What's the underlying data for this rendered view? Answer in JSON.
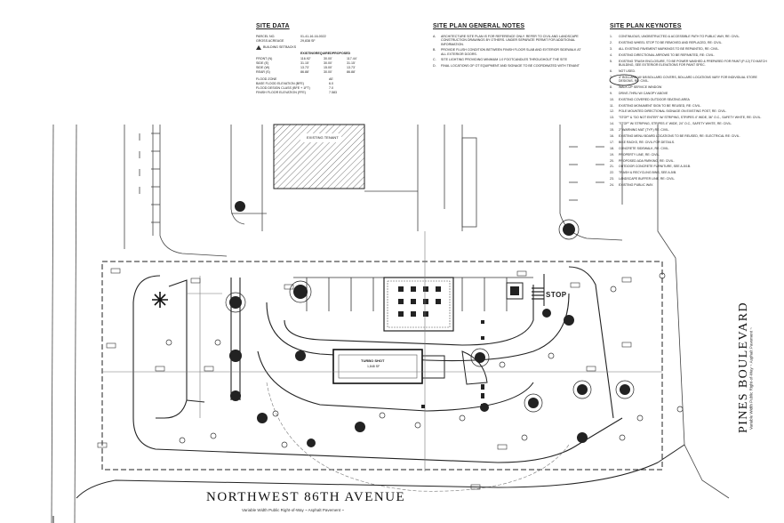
{
  "site_data": {
    "title": "SITE DATA",
    "rows": [
      {
        "label": "PARCEL NO.",
        "value": "01-41-16-16-0022"
      },
      {
        "label": "GROSS ACREAGE",
        "value": "29,838 SF"
      }
    ],
    "setbacks_label": "BUILDING SETBACKS",
    "setback_headers": [
      "EXISTING",
      "REQUIRED",
      "PROPOSED"
    ],
    "setbacks": [
      {
        "label": "FRONT (N)",
        "existing": "116.92'",
        "required": "30.00'",
        "proposed": "117.44'"
      },
      {
        "label": "SIDE (E)",
        "existing": "31.15'",
        "required": "30.00'",
        "proposed": "31.15'"
      },
      {
        "label": "SIDE (W)",
        "existing": "13.73'",
        "required": "15.00'",
        "proposed": "13.73'"
      },
      {
        "label": "REAR (S)",
        "existing": "86.88'",
        "required": "30.00'",
        "proposed": "86.88'"
      }
    ],
    "flood_rows": [
      {
        "label": "FLOOD ZONE",
        "value": "AE"
      },
      {
        "label": "BASE FLOOD ELEVATION (BFE)",
        "value": "6.0"
      },
      {
        "label": "FLOOD DESIGN CLASS (BFE + 1FT)",
        "value": "7.0"
      },
      {
        "label": "FINISH FLOOR ELEVATION (FFE)",
        "value": "7.583"
      }
    ]
  },
  "general_notes": {
    "title": "SITE PLAN GENERAL NOTES",
    "items": [
      {
        "letter": "A.",
        "text": "ARCHITECTURE SITE PLAN IS FOR REFERENCE ONLY. REFER TO CIVIL AND LANDSCAPE CONSTRUCTION DRAWINGS BY OTHERS. UNDER SEPARATE PERMIT FOR ADDITIONAL INFORMATION."
      },
      {
        "letter": "B.",
        "text": "PROVIDE FLUSH CONDITION BETWEEN FINISH FLOOR SLAB AND EXTERIOR SIDEWALK AT ALL EXTERIOR DOORS."
      },
      {
        "letter": "C.",
        "text": "SITE LIGHTING PROVIDING MINIMUM 1.0 FOOTCANDLES THROUGHOUT THE SITE"
      },
      {
        "letter": "D.",
        "text": "FINAL LOCATIONS OF OT EQUIPMENT AND SIGNAGE TO BE COORDINATED WITH TENANT"
      }
    ]
  },
  "keynotes": {
    "title": "SITE PLAN KEYNOTES",
    "items": [
      {
        "n": "1.",
        "text": "CONTINUOUS, UNOBSTRUCTED & ACCESSIBLE PATH TO PUBLIC WAY, RE: CIVIL."
      },
      {
        "n": "2.",
        "text": "EXISTING WHEEL STOP TO BE REMOVED AND REPLACED, RE: CIVIL."
      },
      {
        "n": "3.",
        "text": "ALL EXISTING PAVEMENT MARKINGS TO BE REPAINTED, RE: CIVIL."
      },
      {
        "n": "4.",
        "text": "EXISTING DIRECTIONAL ARROWS TO BE REPAINTED, RE: CIVIL."
      },
      {
        "n": "5.",
        "text": "EXISTING TRASH ENCLOSURE, TO BE POWER WASHED & PREPARED FOR PAINT (P-12) TO MATCH BUILDING, SEE EXTERIOR ELEVATIONS FOR PAINT SPEC."
      },
      {
        "n": "6.",
        "text": "NOT USED."
      },
      {
        "n": "7.",
        "text": "4\" BOLLARD W/ 5/8 BOLLARD COVERS, BOLLARD LOCATIONS VARY FOR INDIVIDUAL STORE DESIGNS, RE: CIVIL."
      },
      {
        "n": "8.",
        "text": "WALK-UP SERVICE WINDOW"
      },
      {
        "n": "9.",
        "text": "DRIVE-THRU W/ CANOPY ABOVE"
      },
      {
        "n": "10.",
        "text": "EXISTING COVERED OUTDOOR SEATING AREA"
      },
      {
        "n": "11.",
        "text": "EXISTING MONUMENT SIGN TO BE REUSED, RE: CIVIL."
      },
      {
        "n": "12.",
        "text": "POLE MOUNTED DIRECTIONAL SIGNAGE ON EXISTING POST, RE: CIVIL."
      },
      {
        "n": "13.",
        "text": "\"STOP\" & \"DO NOT ENTER\" W/ STRIPING, STRIPES 4\" WIDE, 36\" O.C., SAFETY WHITE, RE: CIVIL."
      },
      {
        "n": "14.",
        "text": "\"STOP\" W/ STRIPING, STRIPES 4\" WIDE, 24\" O.C., SAFETY WHITE, RE: CIVIL."
      },
      {
        "n": "15.",
        "text": "2\" WARNING MAT (TYP.) RE: CIVIL."
      },
      {
        "n": "16.",
        "text": "EXISTING MENU BOARD LOCATIONS TO BE REUSED, RE: ELECTRICAL RE: CIVIL."
      },
      {
        "n": "17.",
        "text": "BIKE RACKS, RE: CIVIL FOR DETAILS."
      },
      {
        "n": "18.",
        "text": "CONCRETE SIDEWALK, RE: CIVIL."
      },
      {
        "n": "19.",
        "text": "PROPERTY LINE, RE: CIVIL."
      },
      {
        "n": "20.",
        "text": "PROPOSED ADA PARKING, RE: CIVIL."
      },
      {
        "n": "21.",
        "text": "OUTDOOR CONCRETE FURNITURE, SEE A-5/1B."
      },
      {
        "n": "22.",
        "text": "TRASH & RECYCLING BINS, SEE A-5/B."
      },
      {
        "n": "23.",
        "text": "LANDSCAPE BUFFER LINE, RE: CIVIL."
      },
      {
        "n": "24.",
        "text": "EXISTING PUBLIC WAY."
      }
    ]
  },
  "plan_labels": {
    "existing_tenant": "EXISTING TENANT",
    "building_name": "TURBO SHOT",
    "building_sub": "1,848 SF",
    "stop": "STOP"
  },
  "streets": {
    "south_name": "NORTHWEST 86TH AVENUE",
    "south_sub": "Variable Width Public Right-of-Way ~ Asphalt Pavement ~",
    "east_name": "PINES BOULEVARD",
    "east_sub": "Variable Width Public Right-of-Way ~ Asphalt Pavement ~"
  },
  "colors": {
    "line": "#2b2b2b",
    "light": "#8a8a8a",
    "paper": "#ffffff"
  }
}
